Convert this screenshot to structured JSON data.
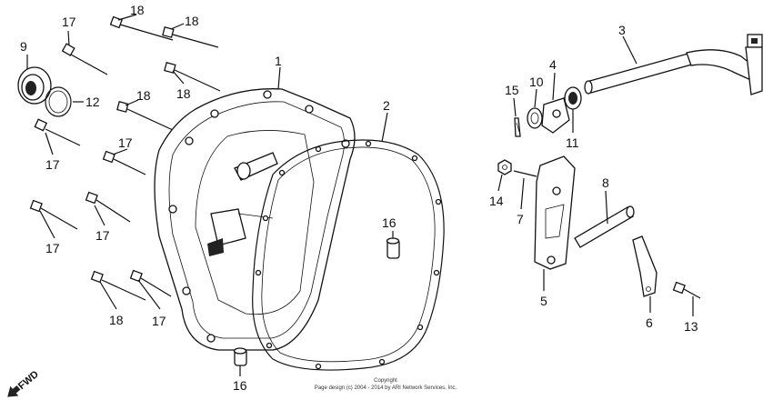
{
  "callouts": {
    "n1": "1",
    "n2": "2",
    "n3": "3",
    "n4": "4",
    "n5": "5",
    "n6": "6",
    "n7": "7",
    "n8": "8",
    "n9": "9",
    "n10": "10",
    "n11": "11",
    "n12": "12",
    "n13": "13",
    "n14": "14",
    "n15": "15",
    "n16a": "16",
    "n16b": "16",
    "n17a": "17",
    "n17b": "17",
    "n17c": "17",
    "n17d": "17",
    "n17e": "17",
    "n17f": "17",
    "n18a": "18",
    "n18b": "18",
    "n18c": "18",
    "n18d": "18",
    "n18e": "18"
  },
  "direction": {
    "label": "FWD"
  },
  "copyright": {
    "line1": "Copyright",
    "line2": "Page design (c) 2004 - 2014 by ARI Network Services, Inc."
  }
}
